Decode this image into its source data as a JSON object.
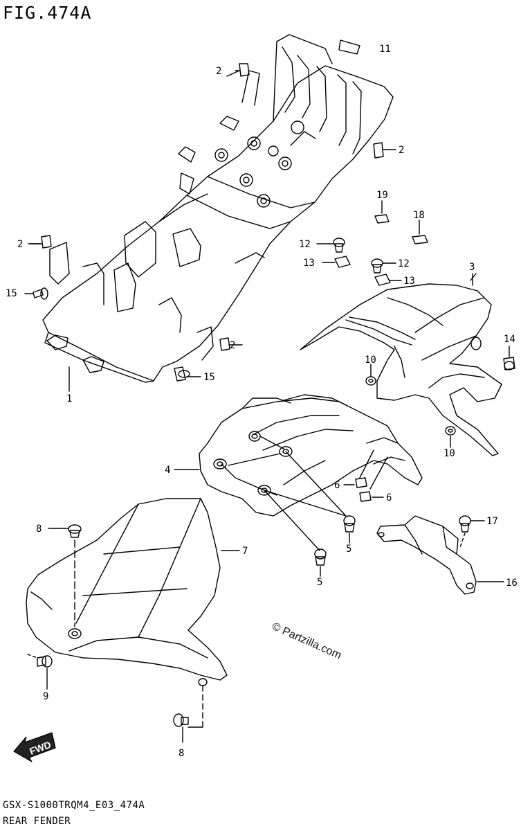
{
  "figure": {
    "title": "FIG.474A",
    "code": "GSX-S1000TRQM4_E03_474A",
    "name": "REAR FENDER",
    "watermark": "© Partzilla.com",
    "direction": "FWD"
  },
  "callouts": {
    "c1": "1",
    "c2a": "2",
    "c2b": "2",
    "c2c": "2",
    "c2d": "2",
    "c3": "3",
    "c4": "4",
    "c5a": "5",
    "c5b": "5",
    "c6a": "6",
    "c6b": "6",
    "c7": "7",
    "c8a": "8",
    "c8b": "8",
    "c9": "9",
    "c10a": "10",
    "c10b": "10",
    "c11": "11",
    "c12a": "12",
    "c12b": "12",
    "c13a": "13",
    "c13b": "13",
    "c14": "14",
    "c15a": "15",
    "c15b": "15",
    "c16": "16",
    "c17": "17",
    "c18": "18",
    "c19": "19"
  },
  "colors": {
    "ink": "#000000",
    "paper": "#ffffff",
    "arrow": "#222222"
  }
}
